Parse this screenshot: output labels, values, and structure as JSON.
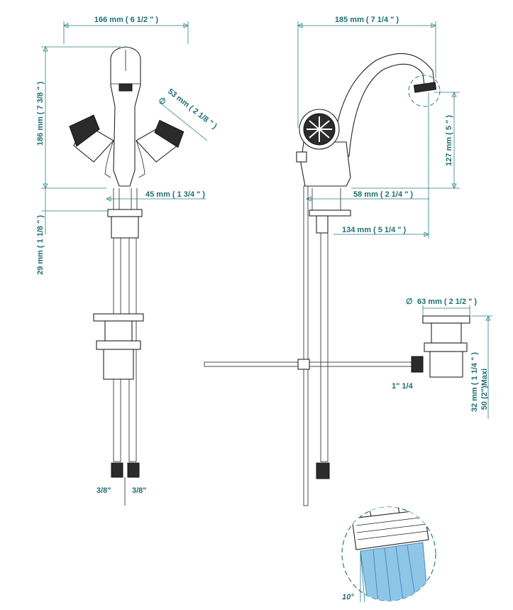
{
  "dimensions": {
    "front_width": "166 mm ( 6 1/2 \" )",
    "front_height": "186 mm ( 7 3/8 \" )",
    "lever_diameter_prefix": "∅",
    "lever_diameter": "53 mm ( 2 1/8 \" )",
    "front_base": "45 mm ( 1 3/4 \" )",
    "front_thickness": "29 mm ( 1 1/8 \" )",
    "side_width": "185 mm ( 7 1/4 \" )",
    "spout_height": "127 mm ( 5 \" )",
    "side_base": "58 mm ( 2 1/4 \" )",
    "reach": "134 mm ( 5 1/4 \" )",
    "drain_diameter_prefix": "∅",
    "drain_diameter": "63 mm ( 2 1/2 \" )",
    "drain_height_1": "32 mm ( 1 1/4 \" )",
    "drain_height_2": "50 (2\")Maxi",
    "drain_thread": "1\" 1/4",
    "hose_left": "3/8\"",
    "hose_right": "3/8\"",
    "aerator_angle": "10°"
  },
  "colors": {
    "dimension": "#1f6e73",
    "line": "#222222",
    "water": "#8fc6e8"
  }
}
